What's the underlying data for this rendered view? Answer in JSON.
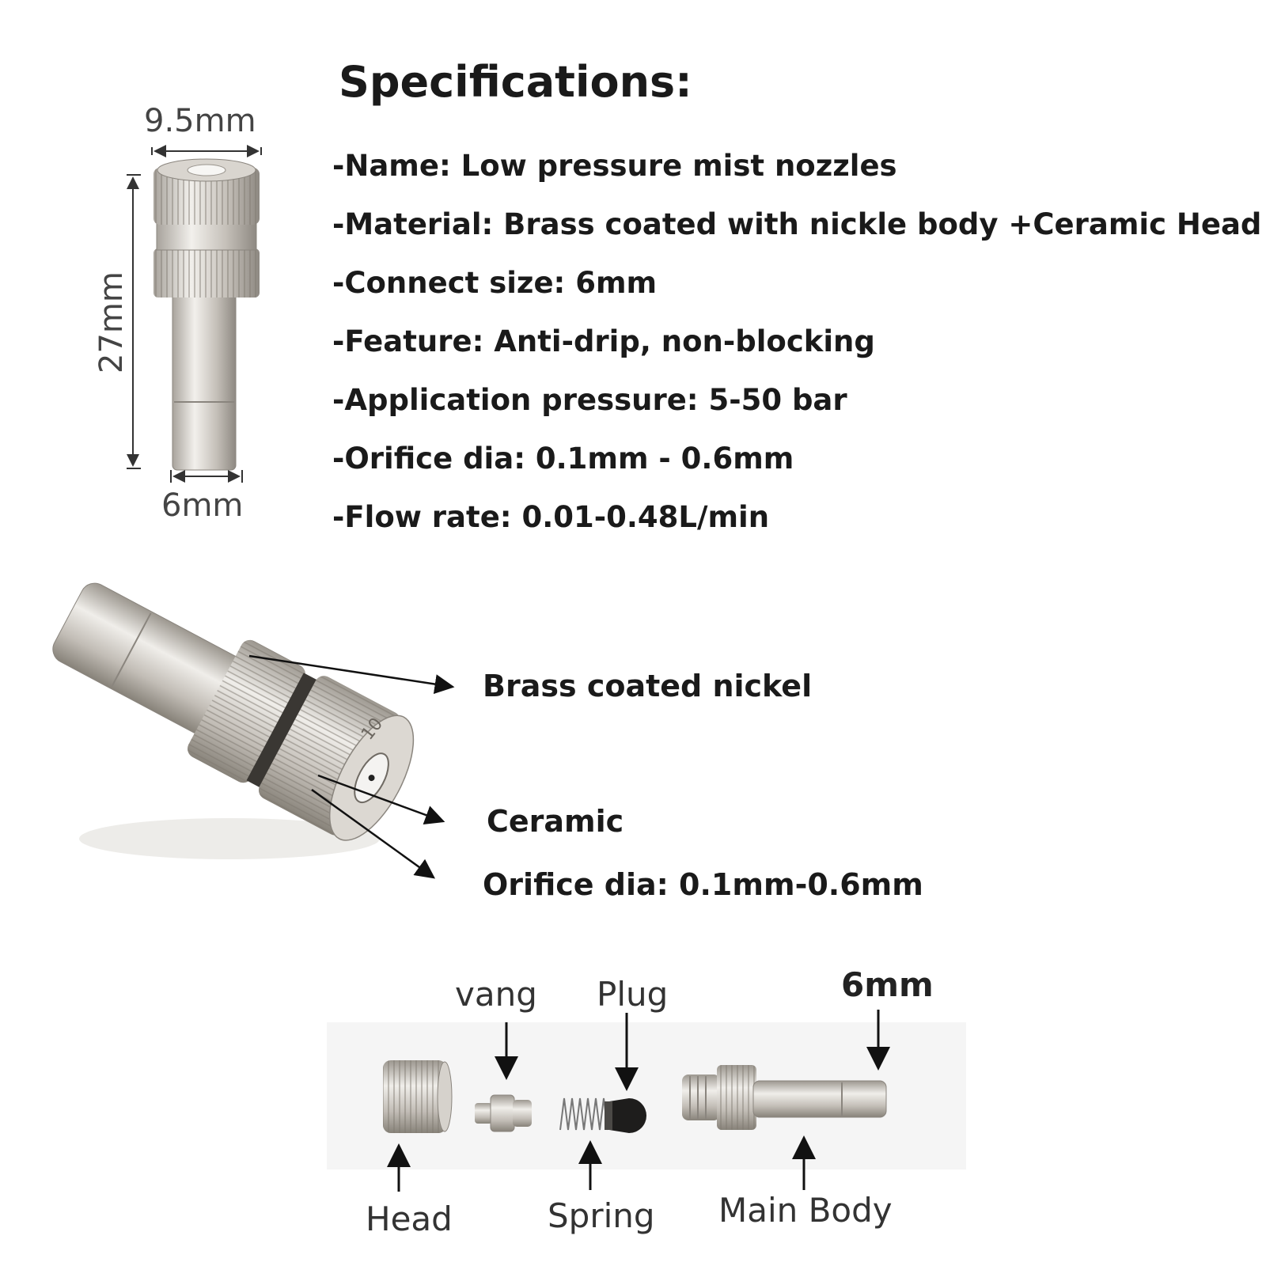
{
  "header": {
    "title": "Specifications:"
  },
  "specs": [
    "-Name: Low pressure mist nozzles",
    "-Material: Brass coated with nickle body +Ceramic Head",
    "-Connect size: 6mm",
    "-Feature: Anti-drip, non-blocking",
    "-Application pressure: 5-50 bar",
    "-Orifice dia: 0.1mm - 0.6mm",
    "-Flow rate: 0.01-0.48L/min"
  ],
  "dimensions": {
    "width": "9.5mm",
    "length": "27mm",
    "connector": "6mm"
  },
  "callouts": {
    "body": "Brass coated nickel",
    "ceramic": "Ceramic",
    "orifice": "Orifice dia: 0.1mm-0.6mm"
  },
  "engraving": "10",
  "parts": {
    "vang": "vang",
    "plug": "Plug",
    "size": "6mm",
    "head": "Head",
    "spring": "Spring",
    "main_body": "Main Body"
  },
  "colors": {
    "metal": "#c9c4bd",
    "metal_dark": "#8c8780",
    "metal_light": "#ece9e4",
    "text": "#1a1a1a"
  }
}
